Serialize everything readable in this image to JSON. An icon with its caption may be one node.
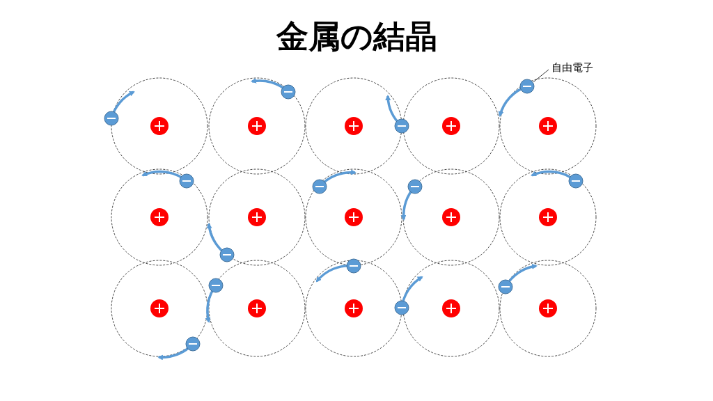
{
  "diagram": {
    "title": "金属の結晶",
    "nodes": [
      {
        "text": [
          "自由電子"
        ]
      },
      {
        "text": [],
        "shape": "circle"
      }
    ],
    "edges": [
      {
        "from": 0,
        "to": 1,
        "arrow": "none"
      }
    ]
  }
}
